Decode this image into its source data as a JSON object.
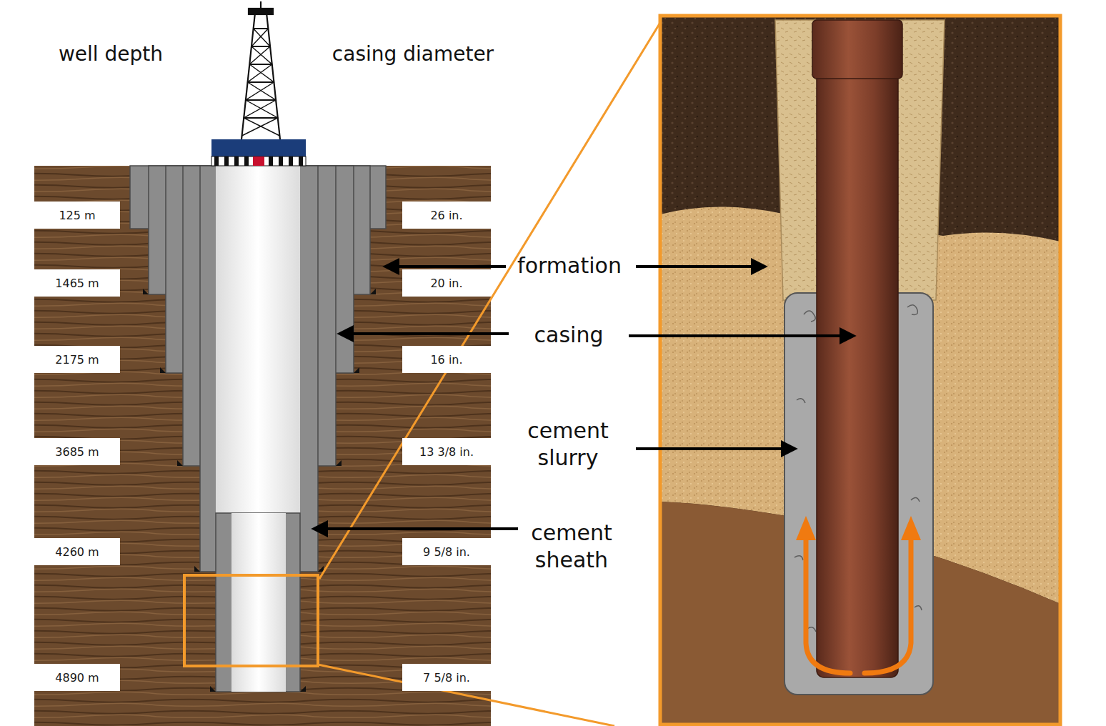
{
  "diagram": {
    "nodes": [
      {
        "text": [
          "125 m"
        ]
      },
      {
        "text": [
          "26 in."
        ]
      },
      {
        "text": [
          "1465 m"
        ]
      },
      {
        "text": [
          "20 in."
        ]
      },
      {
        "text": [
          "2175 m"
        ]
      },
      {
        "text": [
          "16 in."
        ]
      },
      {
        "text": [
          "3685 m"
        ]
      },
      {
        "text": [
          "13 3/8 in."
        ]
      },
      {
        "text": [
          "4260 m"
        ]
      },
      {
        "text": [
          "9 5/8 in."
        ]
      },
      {
        "text": [
          "4890 m"
        ]
      },
      {
        "text": [
          "7 5/8 in."
        ]
      }
    ],
    "labels": [
      "well depth",
      "casing diameter",
      "formation",
      "casing",
      "cement slurry",
      "cement sheath"
    ]
  }
}
